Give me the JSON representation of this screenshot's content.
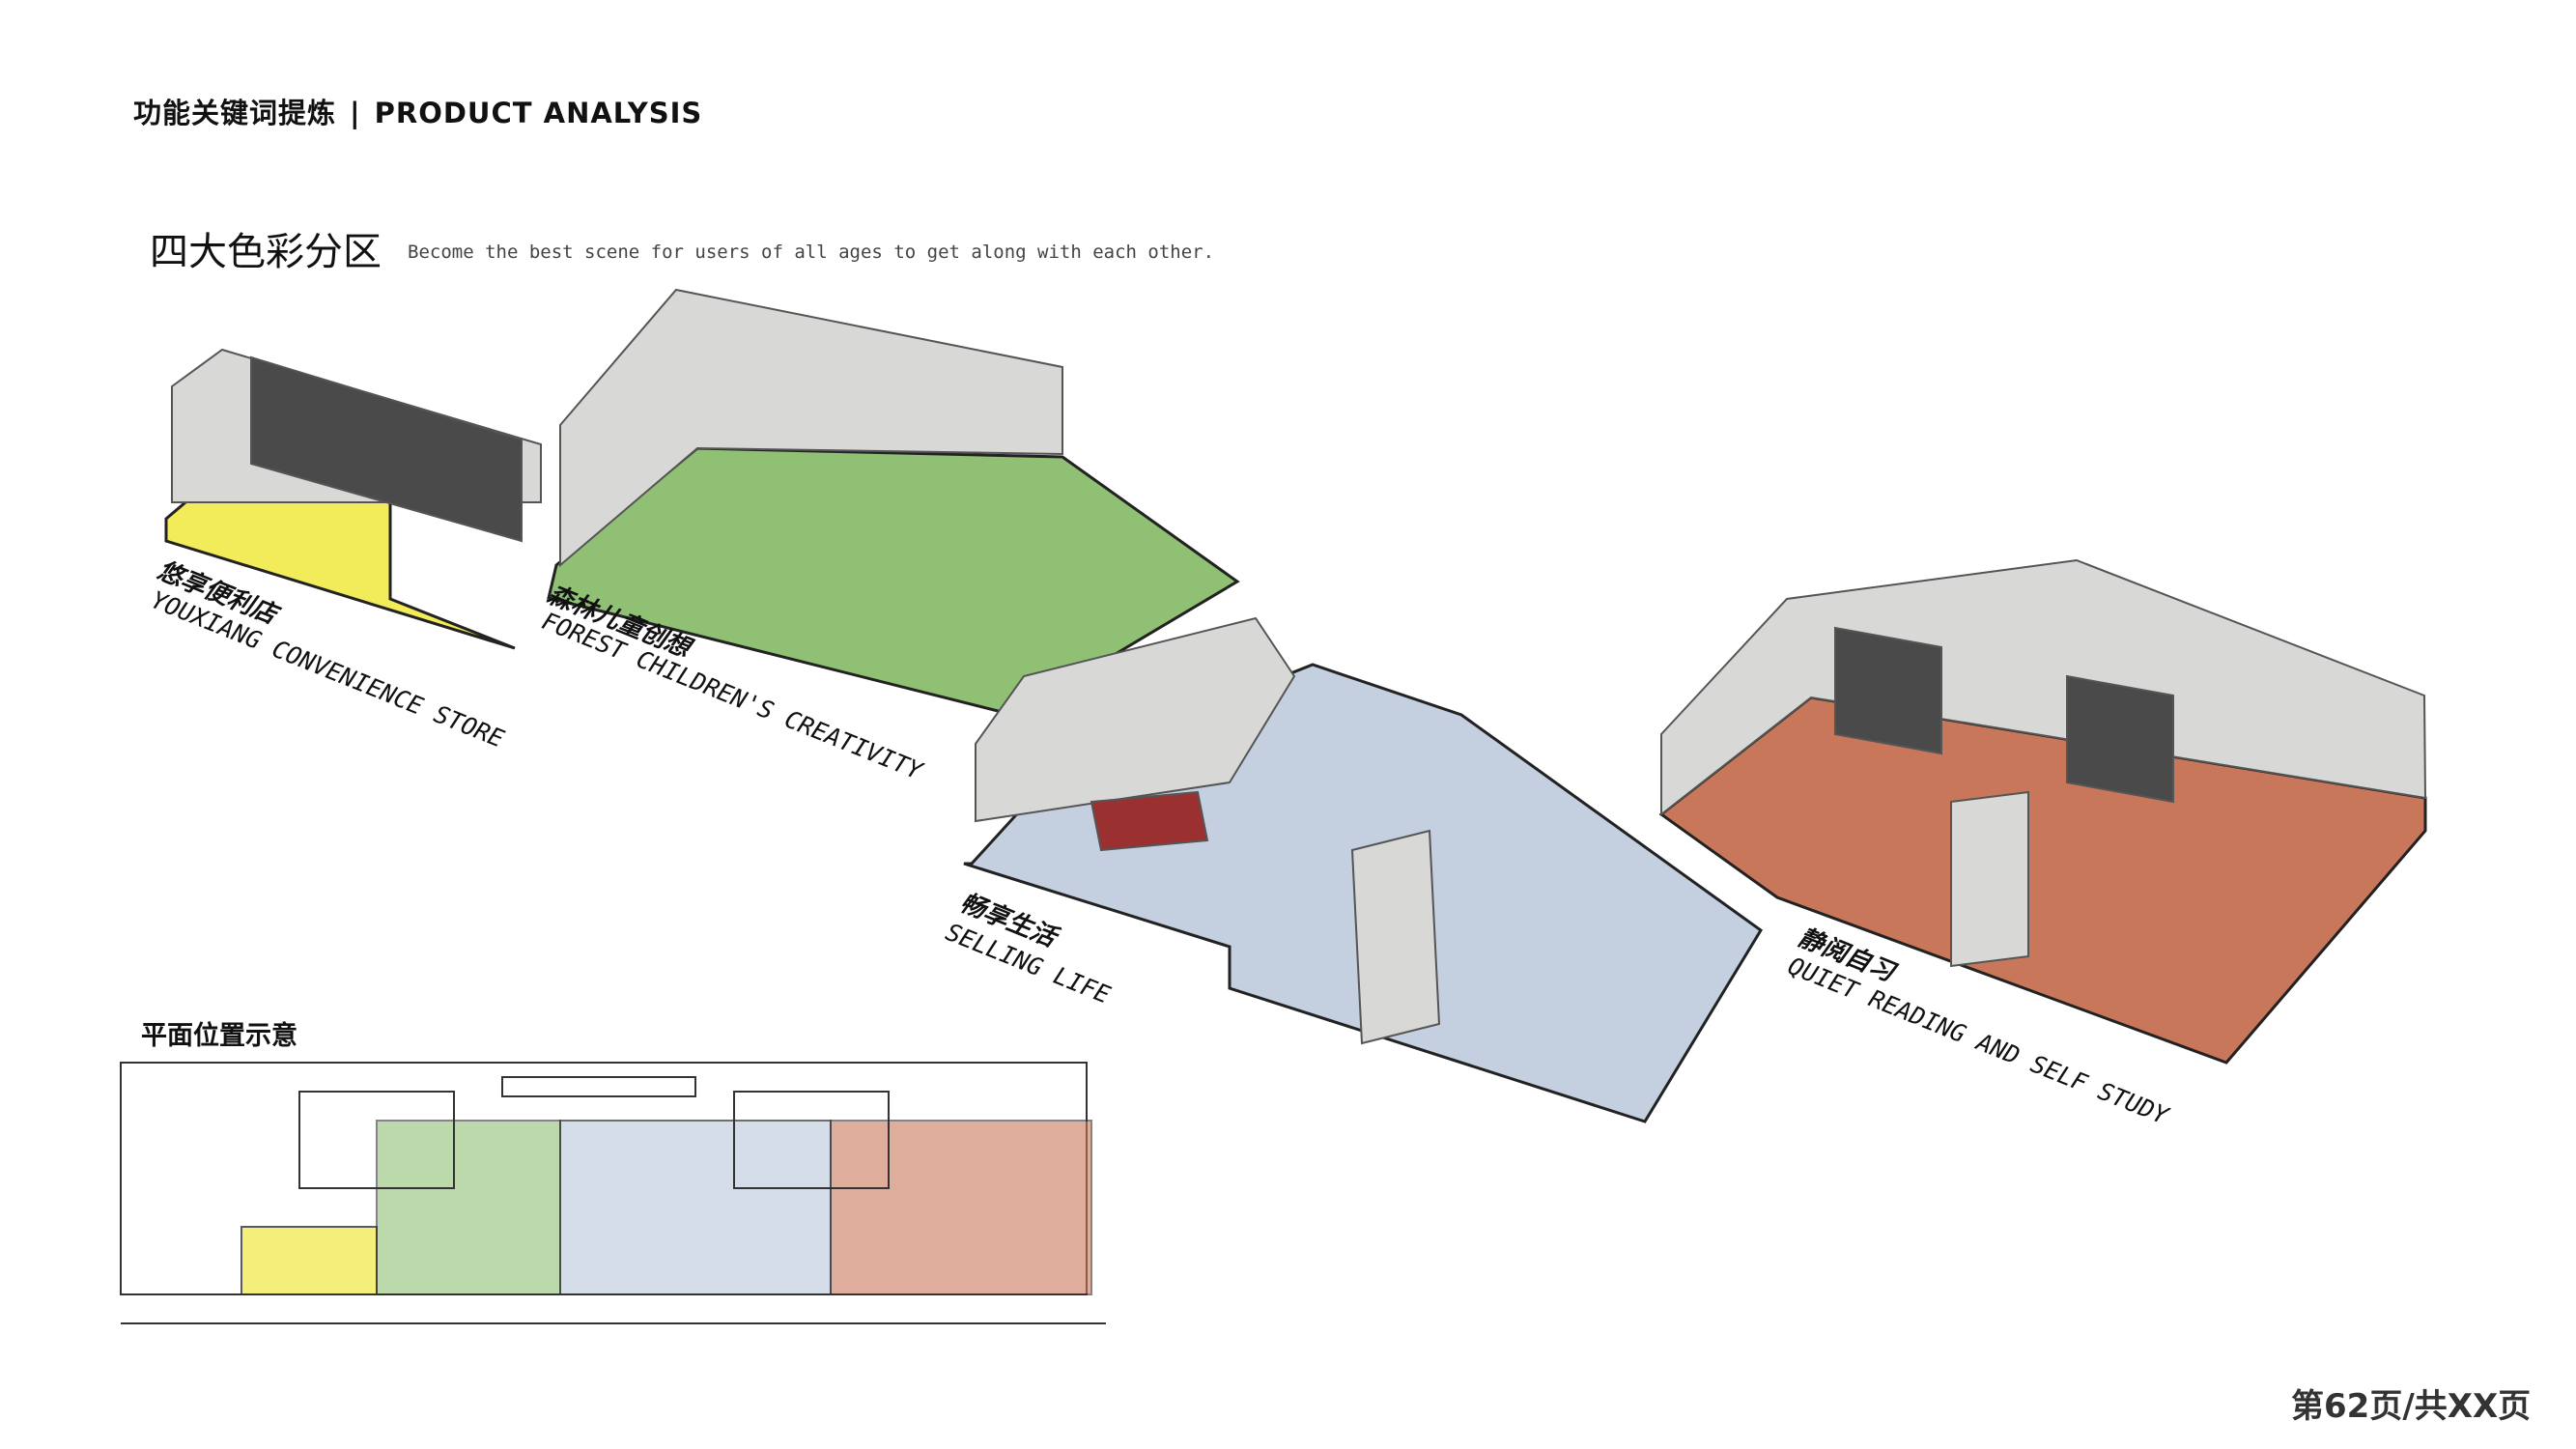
{
  "header": {
    "title_cn": "功能关键词提炼",
    "separator": "|",
    "title_en": "PRODUCT ANALYSIS"
  },
  "section": {
    "title": "四大色彩分区",
    "subtitle": "Become the best scene for users of all ages to get along with each other."
  },
  "zones": [
    {
      "name_cn": "悠享便利店",
      "name_en": "YOUXIANG CONVENIENCE STORE",
      "color": "#f2ec5a"
    },
    {
      "name_cn": "森林儿童创想",
      "name_en": "FOREST CHILDREN'S CREATIVITY",
      "color": "#8fc074"
    },
    {
      "name_cn": "畅享生活",
      "name_en": "SELLING LIFE",
      "color": "#c4cfe0"
    },
    {
      "name_cn": "静阅自习",
      "name_en": "QUIET READING AND SELF STUDY",
      "color": "#c9775a"
    }
  ],
  "plan": {
    "title": "平面位置示意"
  },
  "footer": {
    "page": "第62页/共XX页"
  }
}
